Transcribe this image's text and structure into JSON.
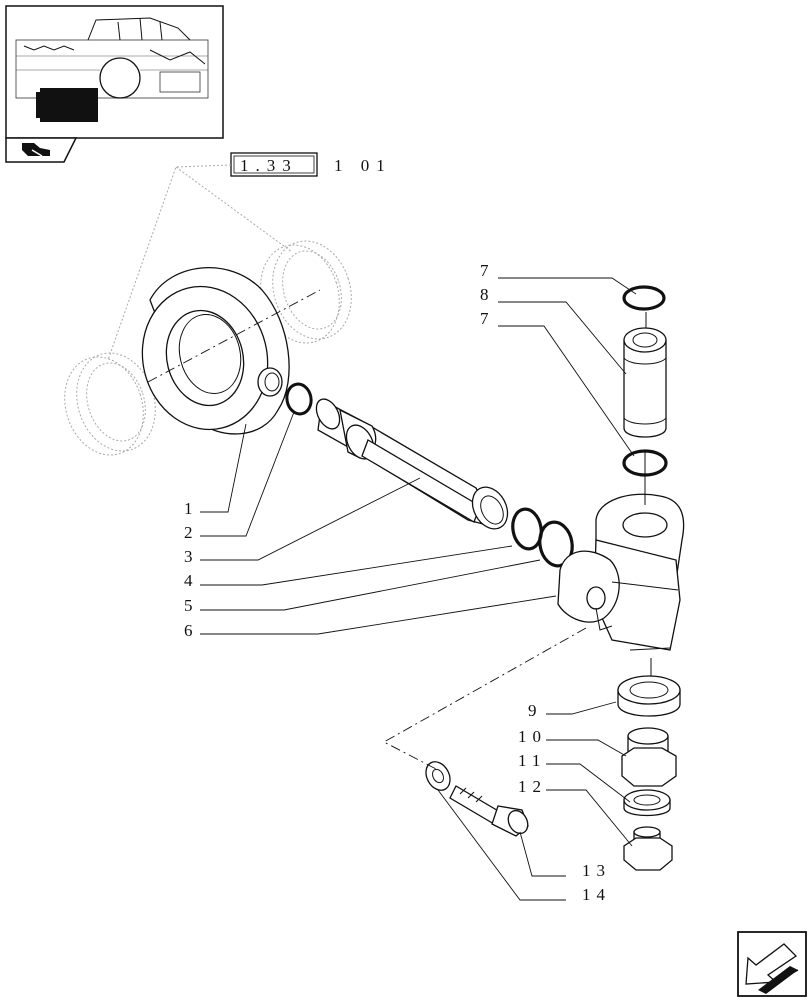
{
  "reference": {
    "boxed": "1.33",
    "suffix": "1 01"
  },
  "callouts": [
    {
      "id": "7a",
      "label": "7"
    },
    {
      "id": "8",
      "label": "8"
    },
    {
      "id": "7b",
      "label": "7"
    },
    {
      "id": "1",
      "label": "1"
    },
    {
      "id": "2",
      "label": "2"
    },
    {
      "id": "3",
      "label": "3"
    },
    {
      "id": "4",
      "label": "4"
    },
    {
      "id": "5",
      "label": "5"
    },
    {
      "id": "6",
      "label": "6"
    },
    {
      "id": "9",
      "label": "9"
    },
    {
      "id": "10",
      "label": "10"
    },
    {
      "id": "11",
      "label": "11"
    },
    {
      "id": "12",
      "label": "12"
    },
    {
      "id": "13",
      "label": "13"
    },
    {
      "id": "14",
      "label": "14"
    }
  ],
  "icons": {
    "thumbnail": "transmission-housing-thumbnail",
    "catalog": "tractor-section-icon",
    "next": "next-page-arrow-icon"
  }
}
